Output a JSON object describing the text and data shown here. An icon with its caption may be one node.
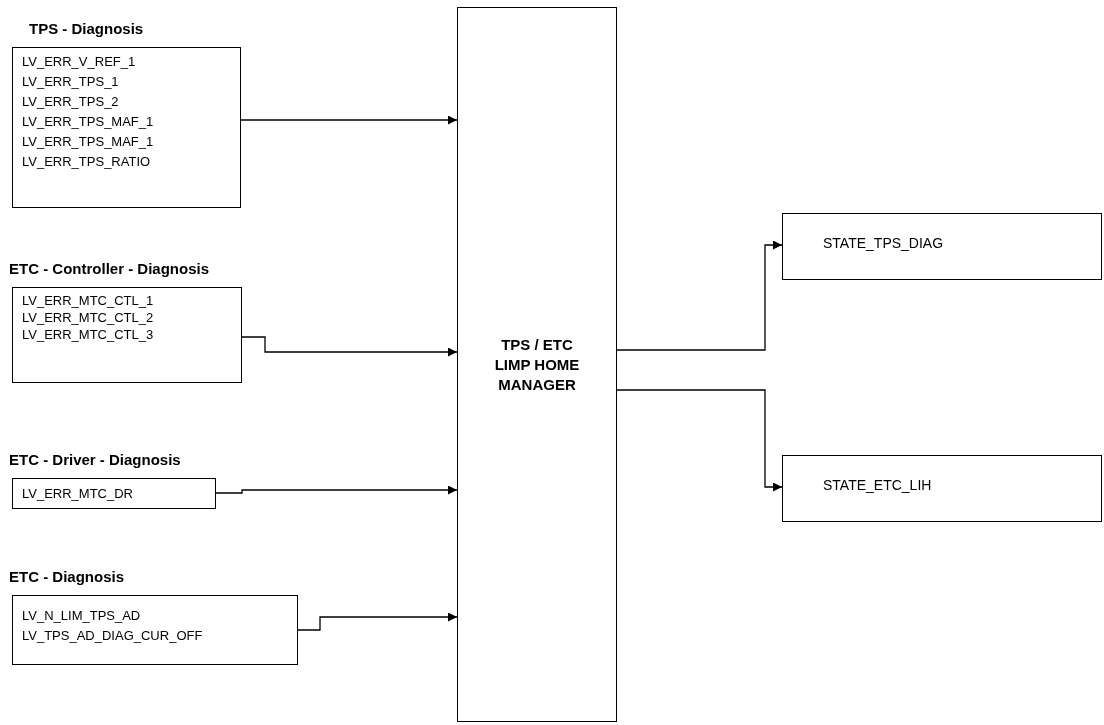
{
  "diagram": {
    "nodes": [
      {
        "text": [
          "TPS - Diagnosis",
          "LV_ERR_V_REF_1",
          "LV_ERR_TPS_1",
          "LV_ERR_TPS_2",
          "LV_ERR_TPS_MAF_1",
          "LV_ERR_TPS_MAF_1",
          "LV_ERR_TPS_RATIO"
        ]
      },
      {
        "text": [
          "ETC - Controller - Diagnosis",
          "LV_ERR_MTC_CTL_1",
          "LV_ERR_MTC_CTL_2",
          "LV_ERR_MTC_CTL_3"
        ]
      },
      {
        "text": [
          "ETC - Driver - Diagnosis",
          "LV_ERR_MTC_DR"
        ]
      },
      {
        "text": [
          "ETC - Diagnosis",
          "LV_N_LIM_TPS_AD",
          "LV_TPS_AD_DIAG_CUR_OFF"
        ]
      },
      {
        "text": [
          "TPS / ETC LIMP HOME MANAGER"
        ]
      },
      {
        "text": [
          "STATE_TPS_DIAG"
        ]
      },
      {
        "text": [
          "STATE_ETC_LIH"
        ]
      }
    ],
    "edges": [
      {
        "from": 0,
        "to": 4,
        "arrow": "to"
      },
      {
        "from": 1,
        "to": 4,
        "arrow": "to"
      },
      {
        "from": 2,
        "to": 4,
        "arrow": "to"
      },
      {
        "from": 3,
        "to": 4,
        "arrow": "to"
      },
      {
        "from": 4,
        "to": 5,
        "arrow": "to"
      },
      {
        "from": 4,
        "to": 6,
        "arrow": "to"
      }
    ]
  }
}
